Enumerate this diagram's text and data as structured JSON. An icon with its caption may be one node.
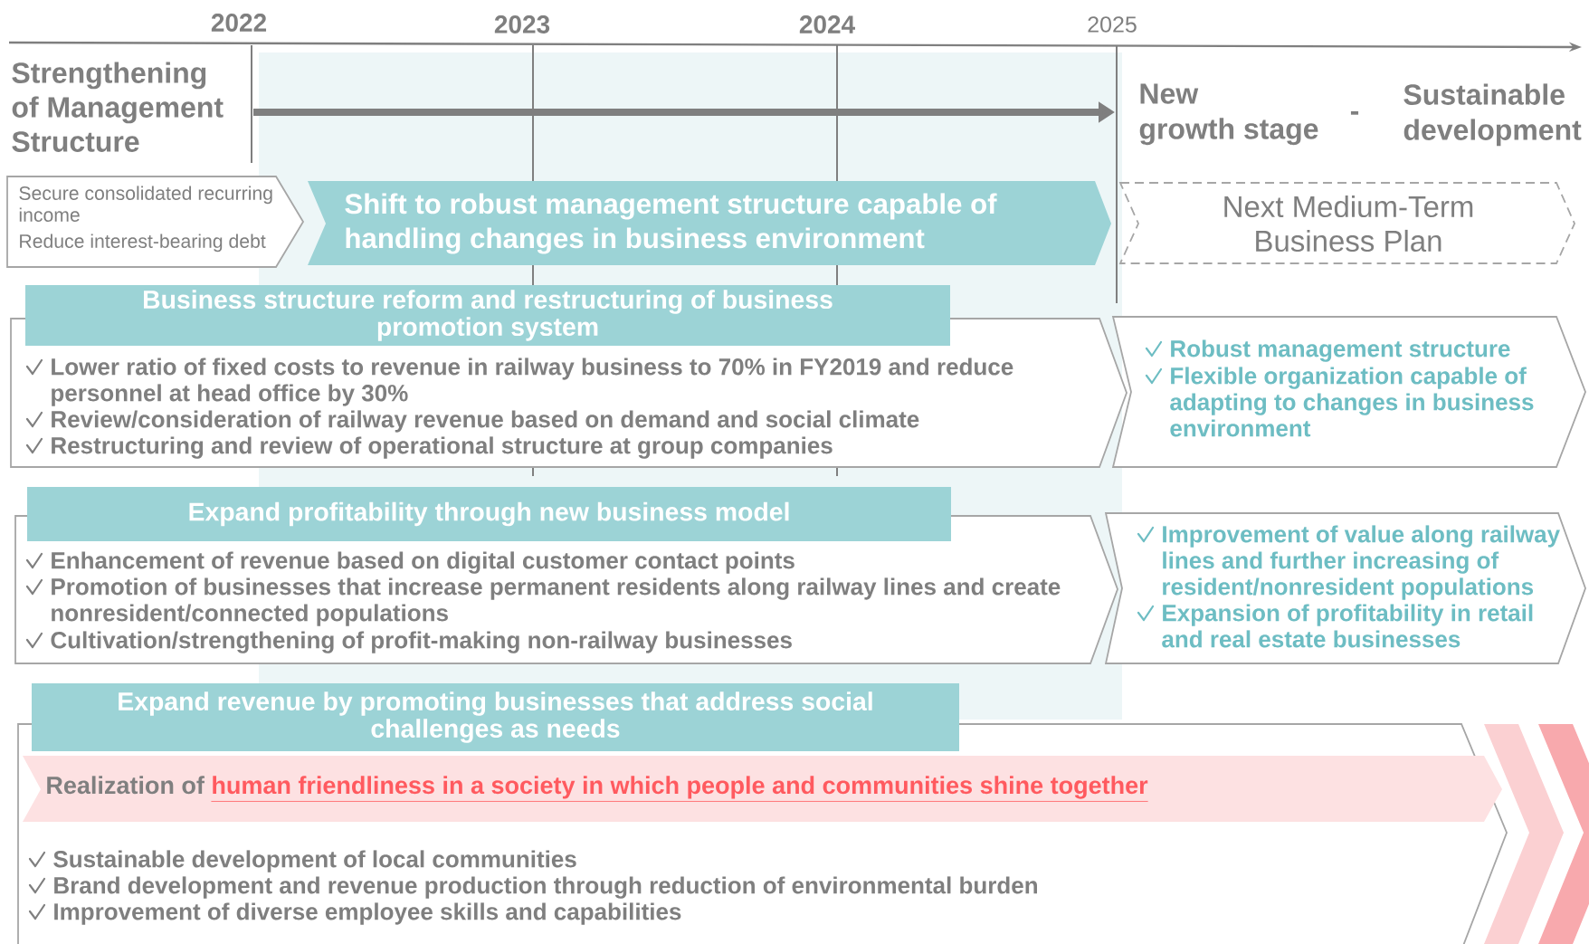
{
  "diagram": {
    "nodes": [
      {
        "text": [
          "Secure consolidated recurring income",
          "Reduce interest-bearing debt"
        ]
      },
      {
        "text": [
          "Shift to robust management structure capable of handling changes in business environment"
        ]
      },
      {
        "text": [
          "Next Medium-Term Business Plan"
        ]
      },
      {
        "text": [
          "Business structure reform and restructuring of business promotion system",
          "Lower ratio of fixed costs to revenue in railway business to 70% in FY2019 and reduce personnel at head office by 30%",
          "Review/consideration of railway revenue based on demand and social climate",
          "Restructuring and review of operational structure at group companies"
        ]
      },
      {
        "text": [
          "Robust management structure",
          "Flexible organization capable of adapting to changes in business environment"
        ]
      },
      {
        "text": [
          "Expand profitability through new business model",
          "Enhancement of revenue based on digital customer contact points",
          "Promotion of businesses that increase permanent residents along railway lines and create nonresident/connected populations",
          "Cultivation/strengthening of profit-making non-railway businesses"
        ]
      },
      {
        "text": [
          "Improvement of value along railway lines and further increasing of resident/nonresident populations",
          "Expansion of profitability in retail and real estate businesses"
        ]
      },
      {
        "text": [
          "Expand revenue by promoting businesses that address social challenges as needs",
          "Sustainable development of local communities",
          "Brand development and revenue production through reduction of environmental burden",
          "Improvement of diverse employee skills and capabilities"
        ]
      },
      {
        "text": [
          "Realization of",
          "human friendliness in a society in which people and communities shine together"
        ],
        "in": 7
      }
    ],
    "labels": [
      "2022",
      "2023",
      "2024",
      "2025",
      "Strengthening of Management Structure",
      "New growth stage",
      "-",
      "Sustainable development"
    ]
  }
}
